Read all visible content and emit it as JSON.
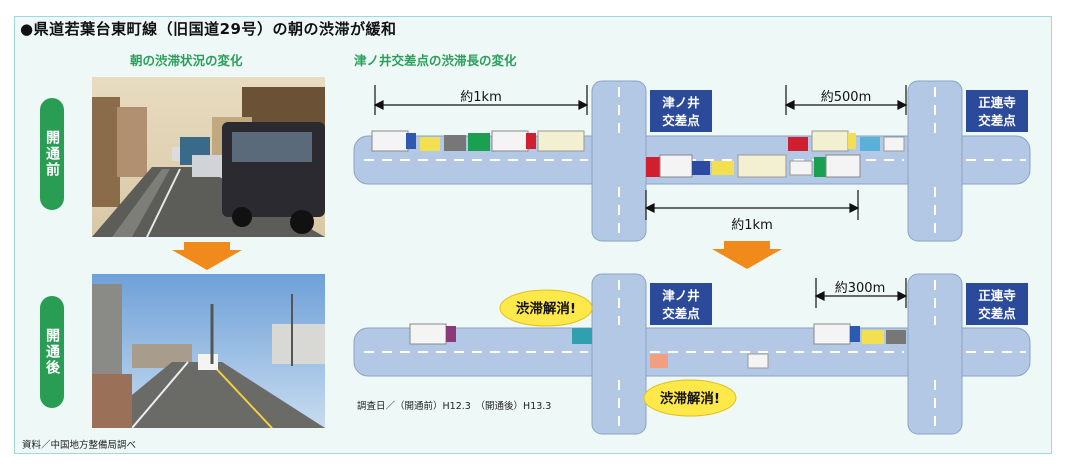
{
  "title": "●県道若葉台東町線（旧国道29号）の朝の渋滞が緩和",
  "left_section_title": "朝の渋滞状況の変化",
  "right_section_title": "津ノ井交差点の渋滞長の変化",
  "before_label": "開通前",
  "after_label": "開通後",
  "intersections": {
    "left": [
      "津ノ井",
      "交差点"
    ],
    "right": [
      "正連寺",
      "交差点"
    ]
  },
  "before": {
    "west_queue": "約1km",
    "east_queue_far": "約500m",
    "east_queue_near": "約1km"
  },
  "after": {
    "east_queue": "約300m",
    "relief_badge_top": "渋滞解消!",
    "relief_badge_bottom": "渋滞解消!"
  },
  "survey_note": "調査日／（開通前）H12.3　（開通後）H13.3",
  "source": "資料／中国地方整備局調べ",
  "colors": {
    "accent_green": "#2a9d55",
    "road": "#b3c8e4",
    "intersection_box": "#2c4a9a",
    "arrow": "#f08a1a",
    "badge": "#ffe84a"
  }
}
